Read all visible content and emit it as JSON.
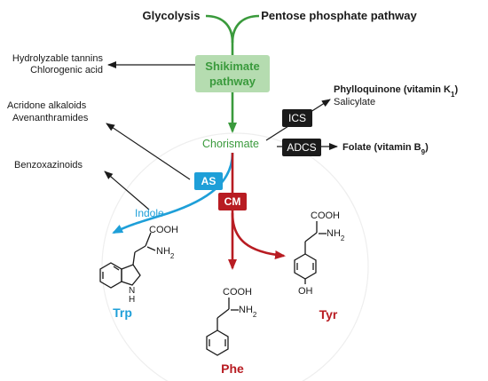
{
  "inputs": {
    "glycolysis": "Glycolysis",
    "pentose_phosphate": "Pentose phosphate pathway"
  },
  "shikimate": {
    "line1": "Shikimate",
    "line2": "pathway"
  },
  "chorismate": "Chorismate",
  "side_products": {
    "hydrolyzable_tannins": "Hydrolyzable tannins",
    "chlorogenic_acid": "Chlorogenic acid",
    "acridone_alkaloids": "Acridone alkaloids",
    "avenanthramides": "Avenanthramides",
    "benzoxazinoids": "Benzoxazinoids",
    "phylloquinone_base": "Phylloquinone (vitamin K",
    "phylloquinone_sub": "1",
    "phylloquinone_close": ")",
    "salicylate": "Salicylate",
    "folate_base": "Folate (vitamin B",
    "folate_sub": "9",
    "folate_close": ")"
  },
  "enzymes": {
    "ics": "ICS",
    "adcs": "ADCS",
    "as": "AS",
    "cm": "CM"
  },
  "indole": "Indole",
  "amino_acids": {
    "trp": "Trp",
    "tyr": "Tyr",
    "phe": "Phe"
  },
  "structure_labels": {
    "cooh": "COOH",
    "nh": "NH",
    "nh_sub": "2",
    "h": "H",
    "n": "N",
    "oh": "OH"
  },
  "colors": {
    "green": "#3a9a3c",
    "green_box": "#b5dcb0",
    "green_text": "#3a9a3c",
    "blue": "#1e9fd8",
    "red": "#b81c22",
    "black_box": "#1a1a1a",
    "structure": "#1a1a1a"
  }
}
